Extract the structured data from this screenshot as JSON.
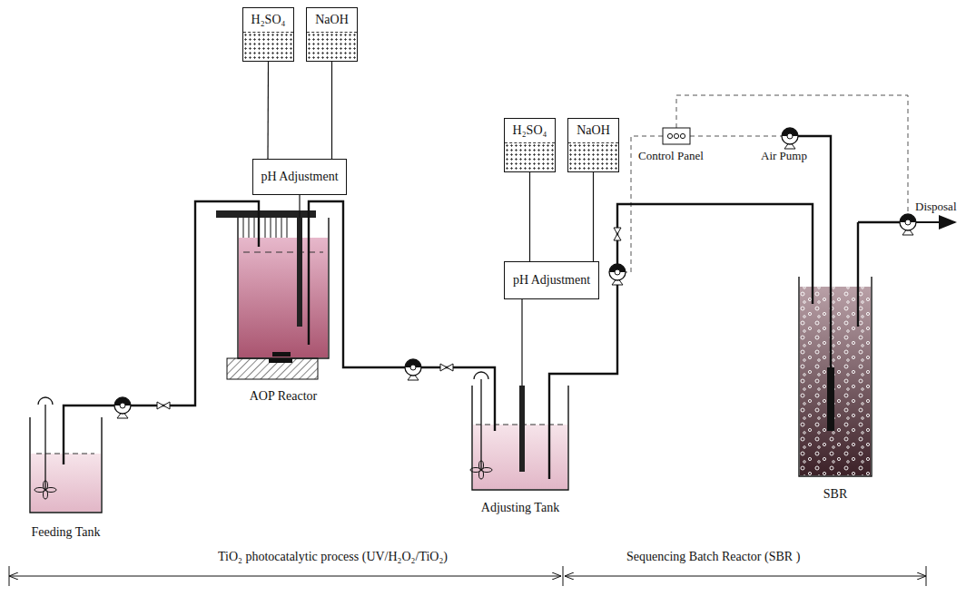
{
  "diagram": {
    "nodes": [
      {
        "text": [
          "H₂SO₄"
        ]
      },
      {
        "text": [
          "NaOH"
        ]
      },
      {
        "text": [
          "pH Adjustment"
        ]
      },
      {
        "text": [
          "Feeding Tank"
        ]
      },
      {
        "text": [
          "AOP Reactor"
        ]
      },
      {
        "text": [
          "H₂SO₄"
        ]
      },
      {
        "text": [
          "NaOH"
        ]
      },
      {
        "text": [
          "pH Adjustment"
        ]
      },
      {
        "text": [
          "Adjusting Tank"
        ]
      },
      {
        "text": [
          "SBR"
        ]
      }
    ],
    "edges": [
      {
        "from": 0,
        "to": 2,
        "arrow": "none"
      },
      {
        "from": 1,
        "to": 2,
        "arrow": "none"
      },
      {
        "from": 2,
        "to": 4,
        "arrow": "none"
      },
      {
        "from": 3,
        "to": 4,
        "arrow": "none"
      },
      {
        "from": 4,
        "to": 8,
        "arrow": "none"
      },
      {
        "from": 5,
        "to": 7,
        "arrow": "none"
      },
      {
        "from": 6,
        "to": 7,
        "arrow": "none"
      },
      {
        "from": 7,
        "to": 8,
        "arrow": "none"
      },
      {
        "from": 8,
        "to": 9,
        "arrow": "none"
      }
    ],
    "labels": [
      "Control Panel",
      "Air Pump",
      "Disposal",
      "TiO₂ photocatalytic process (UV/H₂O₂/TiO₂)",
      "Sequencing Batch Reactor (SBR )"
    ]
  }
}
